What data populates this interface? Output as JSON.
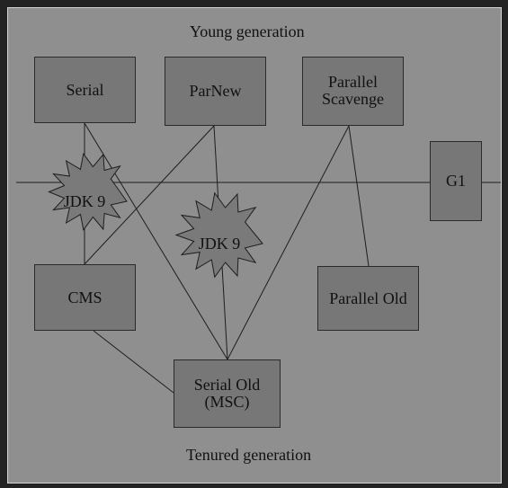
{
  "diagram": {
    "regions": {
      "young": "Young generation",
      "tenured": "Tenured generation"
    },
    "collectors": {
      "serial": "Serial",
      "parnew": "ParNew",
      "parallel_scavenge": "Parallel\nScavenge",
      "g1": "G1",
      "cms": "CMS",
      "parallel_old": "Parallel Old",
      "serial_old": "Serial Old\n(MSC)"
    },
    "deprecation_badges": [
      "JDK 9",
      "JDK 9"
    ],
    "connections": [
      {
        "from": "serial",
        "to": "cms",
        "deprecated_in": "JDK 9"
      },
      {
        "from": "serial",
        "to": "serial_old"
      },
      {
        "from": "parnew",
        "to": "cms"
      },
      {
        "from": "parnew",
        "to": "serial_old",
        "deprecated_in": "JDK 9"
      },
      {
        "from": "parallel_scavenge",
        "to": "serial_old"
      },
      {
        "from": "parallel_scavenge",
        "to": "parallel_old"
      },
      {
        "from": "cms",
        "to": "serial_old"
      }
    ],
    "colors": {
      "background": "#8f8f8f",
      "box_fill": "#777777",
      "line": "#1e1e1e"
    }
  }
}
